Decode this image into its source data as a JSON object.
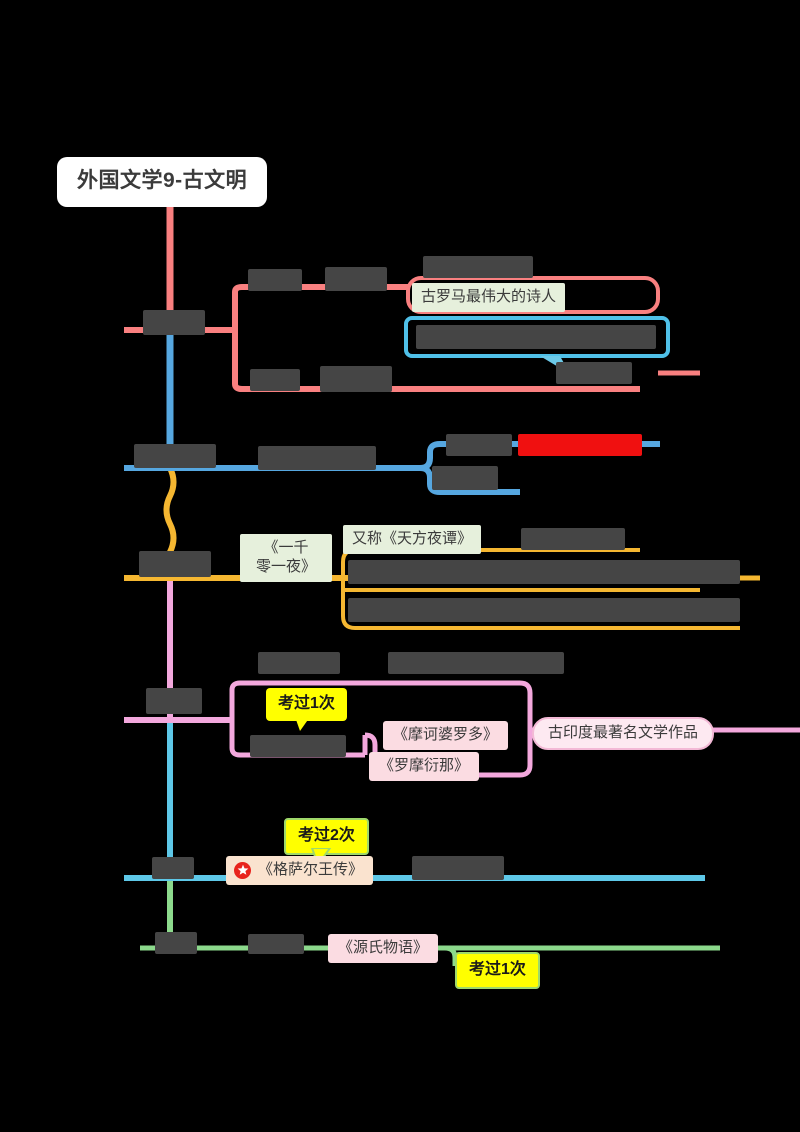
{
  "document": {
    "type": "mindmap",
    "title": "外国文学9-古文明",
    "canvas_background": "#000000",
    "note": "Several node labels in the source screenshot are obscured / redacted as solid blocks."
  },
  "root": {
    "label": "外国文学9-古文明",
    "text_color": "#3b3b3b",
    "background": "#ffffff"
  },
  "branches": [
    {
      "id": "branch-1",
      "label": "",
      "label_redacted": true,
      "color": "#f98080",
      "children": [
        {
          "id": "b1-c1",
          "label": "",
          "label_redacted": true
        },
        {
          "id": "b1-c2",
          "label": "",
          "label_redacted": true
        },
        {
          "id": "b1-c3",
          "label": "",
          "label_redacted": true
        },
        {
          "id": "b1-c4",
          "label": "",
          "label_redacted": true
        }
      ],
      "notes": [
        {
          "id": "b1-note-1",
          "label": "古罗马最伟大的诗人",
          "style": "highlight-green",
          "background": "#e6f0dc"
        },
        {
          "id": "b1-note-2",
          "label": "",
          "label_redacted": true,
          "style": "outlined-callout",
          "border_color": "#4fc0e8"
        },
        {
          "id": "b1-note-3",
          "label": "",
          "label_redacted": true
        }
      ]
    },
    {
      "id": "branch-2",
      "label": "",
      "label_redacted": true,
      "color": "#56a7e0",
      "children": [
        {
          "id": "b2-c1",
          "label": "",
          "label_redacted": true
        },
        {
          "id": "b2-c2",
          "label": "",
          "label_redacted": true
        }
      ],
      "notes": [
        {
          "id": "b2-note-1",
          "label": "",
          "label_redacted": true,
          "style": "redacted-red",
          "background": "#f01010"
        },
        {
          "id": "b2-note-2",
          "label": "",
          "label_redacted": true
        }
      ]
    },
    {
      "id": "branch-3",
      "label": "",
      "label_redacted": true,
      "color": "#f5b731",
      "connector_style": "wavy",
      "children": [
        {
          "id": "b3-c1",
          "label": "《一千\n零一夜》",
          "style": "highlight-green",
          "background": "#e6f0dc"
        },
        {
          "id": "b3-c2",
          "label": "又称《天方夜谭》",
          "style": "highlight-green",
          "background": "#e6f0dc"
        },
        {
          "id": "b3-c3",
          "label": "",
          "label_redacted": true
        },
        {
          "id": "b3-c4",
          "label": "",
          "label_redacted": true
        },
        {
          "id": "b3-c5",
          "label": "",
          "label_redacted": true
        }
      ]
    },
    {
      "id": "branch-4",
      "label": "",
      "label_redacted": true,
      "color": "#f3a8dd",
      "children": [
        {
          "id": "b4-c1",
          "label": "",
          "label_redacted": true
        },
        {
          "id": "b4-c2",
          "label": "",
          "label_redacted": true
        },
        {
          "id": "b4-c3",
          "label": "",
          "label_redacted": true
        }
      ],
      "notes": [
        {
          "id": "b4-note-1",
          "label": "《摩诃婆罗多》",
          "style": "highlight-pink",
          "background": "#fbdce2"
        },
        {
          "id": "b4-note-2",
          "label": "《罗摩衍那》",
          "style": "highlight-pink",
          "background": "#fbdce2"
        },
        {
          "id": "b4-note-3",
          "label": "古印度最著名文学作品",
          "style": "pill",
          "background": "#fde9f1",
          "border_color": "#f3b9d6"
        }
      ],
      "badges": [
        {
          "id": "b4-badge-1",
          "label": "考过1次",
          "background": "#ffff00",
          "text_color": "#1a1a1a"
        }
      ]
    },
    {
      "id": "branch-5",
      "label": "",
      "label_redacted": true,
      "color": "#5ec8e8",
      "children": [
        {
          "id": "b5-c1",
          "label": "《格萨尔王传》",
          "style": "highlight-peach",
          "background": "#fae3cf",
          "icon": "red-star-icon"
        },
        {
          "id": "b5-c2",
          "label": "",
          "label_redacted": true
        }
      ],
      "badges": [
        {
          "id": "b5-badge-1",
          "label": "考过2次",
          "background": "#ffff00",
          "text_color": "#1a1a1a"
        }
      ]
    },
    {
      "id": "branch-6",
      "label": "",
      "label_redacted": true,
      "color": "#8cd98c",
      "children": [
        {
          "id": "b6-c1",
          "label": "",
          "label_redacted": true
        },
        {
          "id": "b6-c2",
          "label": "《源氏物语》",
          "style": "highlight-pink",
          "background": "#fbdce2"
        }
      ],
      "badges": [
        {
          "id": "b6-badge-1",
          "label": "考过1次",
          "background": "#ffff00",
          "text_color": "#1a1a1a",
          "border_color": "#9fd96a"
        }
      ]
    }
  ],
  "palette": {
    "branch_1": "#f98080",
    "branch_2": "#56a7e0",
    "branch_3": "#f5b731",
    "branch_4": "#f3a8dd",
    "branch_5": "#5ec8e8",
    "branch_6": "#8cd98c",
    "callout_blue": "#4fc0e8",
    "badge_yellow": "#ffff00",
    "redaction": "#454545"
  }
}
